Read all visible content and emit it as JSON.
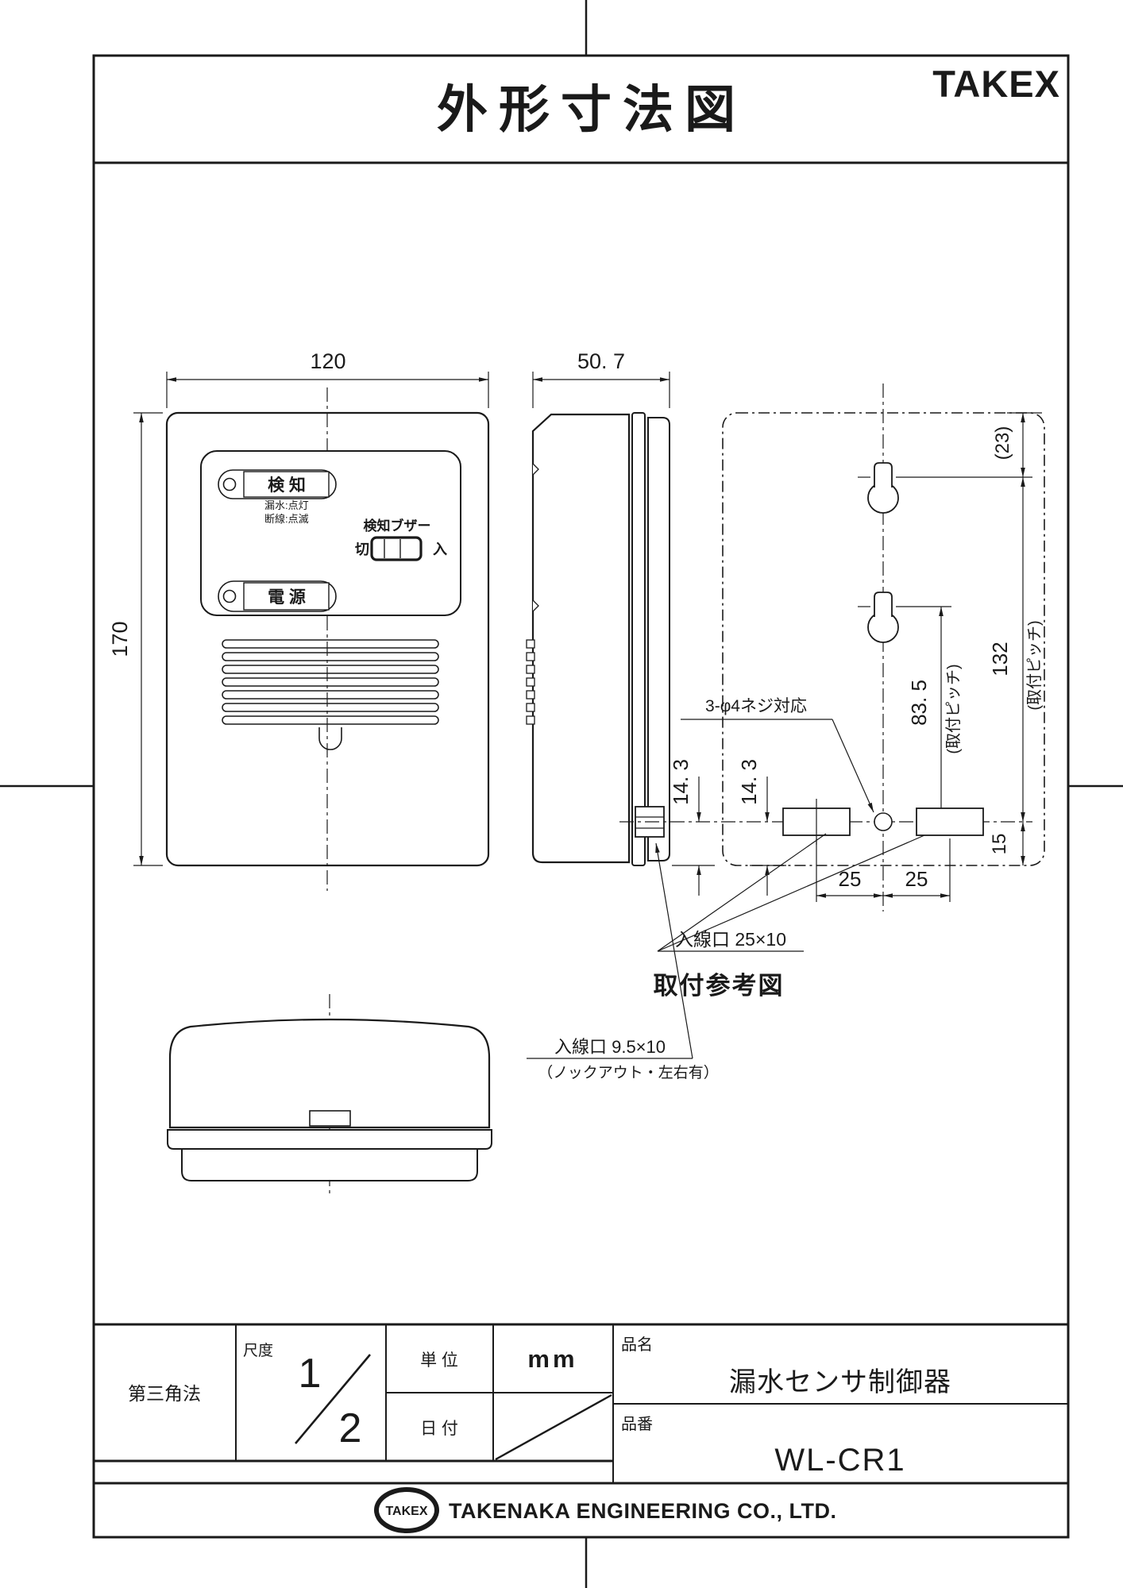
{
  "colors": {
    "ink": "#1a1a1a",
    "bg": "#ffffff"
  },
  "header": {
    "title": "外形寸法図",
    "brand": "TAKEX"
  },
  "front_view": {
    "dim_width": "120",
    "dim_height": "170",
    "led_detect_label": "検 知",
    "led_detect_note1": "漏水:点灯",
    "led_detect_note2": "断線:点滅",
    "buzzer_label": "検知ブザー",
    "switch_off": "切",
    "switch_on": "入",
    "led_power_label": "電 源"
  },
  "side_view": {
    "dim_depth": "50. 7",
    "dim_entry_offset": "14. 3",
    "entry_label": "入線口 9.5×10",
    "entry_note": "（ノックアウト・左右有）"
  },
  "mounting": {
    "dim_top": "(23)",
    "dim_pitch_long": "132",
    "dim_pitch_short": "83. 5",
    "pitch_note_long": "(取付ピッチ)",
    "pitch_note_short": "(取付ピッチ)",
    "dim_entry_offset": "14. 3",
    "dim_bottom": "15",
    "dim_left_25": "25",
    "dim_right_25": "25",
    "screw_label": "3-φ4ネジ対応",
    "entry_label": "入線口 25×10",
    "caption": "取付参考図"
  },
  "title_block": {
    "projection": "第三角法",
    "scale_label": "尺度",
    "scale_numerator": "1",
    "scale_denominator": "2",
    "unit_label": "単 位",
    "unit_value": "mm",
    "date_label": "日 付",
    "name_label": "品名",
    "name_value": "漏水センサ制御器",
    "number_label": "品番",
    "number_value": "WL-CR1"
  },
  "footer": {
    "logo": "TAKEX",
    "company": "TAKENAKA ENGINEERING CO., LTD."
  }
}
